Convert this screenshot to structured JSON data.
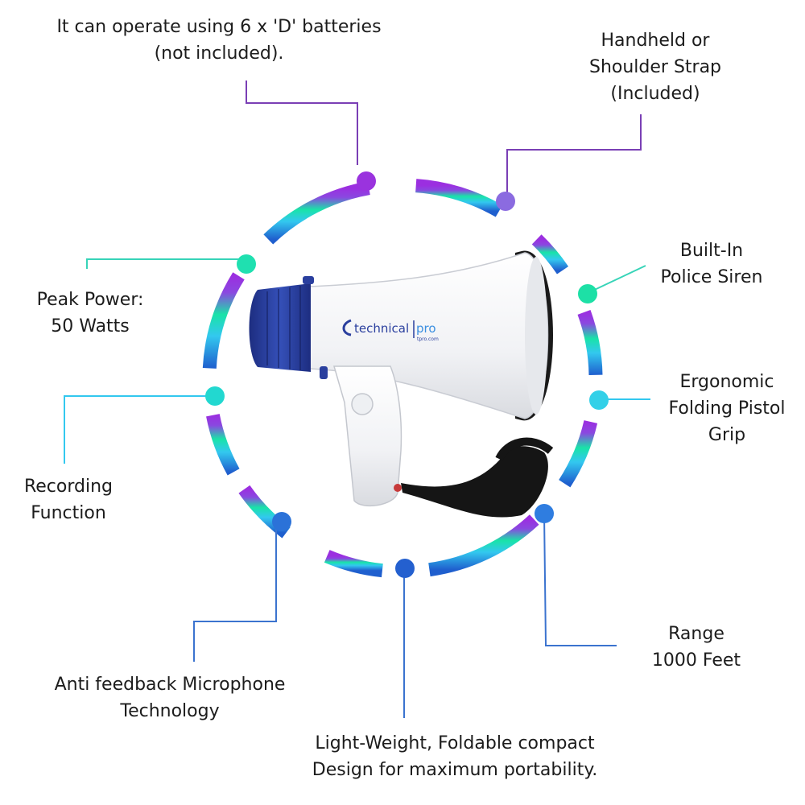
{
  "features": [
    {
      "id": "batteries",
      "lines": [
        "It can operate using 6 x 'D' batteries",
        "(not included)."
      ]
    },
    {
      "id": "strap",
      "lines": [
        "Handheld or",
        "Shoulder Strap",
        "(Included)"
      ]
    },
    {
      "id": "siren",
      "lines": [
        "Built-In",
        "Police Siren"
      ]
    },
    {
      "id": "grip",
      "lines": [
        "Ergonomic",
        "Folding Pistol",
        "Grip"
      ]
    },
    {
      "id": "range",
      "lines": [
        "Range",
        "1000 Feet"
      ]
    },
    {
      "id": "portability",
      "lines": [
        "Light-Weight, Foldable compact",
        "Design for maximum portability."
      ]
    },
    {
      "id": "microphone",
      "lines": [
        "Anti feedback Microphone",
        "Technology"
      ]
    },
    {
      "id": "recording",
      "lines": [
        "Recording",
        "Function"
      ]
    },
    {
      "id": "power",
      "lines": [
        "Peak Power:",
        "50 Watts"
      ]
    }
  ],
  "product": {
    "brand_word": "technical",
    "brand_accent": "pro",
    "brand_url": "tpro.com"
  },
  "colors": {
    "ring_top": "#9b2fe0",
    "ring_mid": "#19e3a8",
    "ring_bottom": "#1f5fce",
    "leader_top": "#7a3fb5",
    "leader_mid": "#37d4b8",
    "leader_bottom": "#3b73cf",
    "megaphone_body": "#f6f7f9",
    "megaphone_blue": "#2a3f9e",
    "strap": "#151515"
  }
}
